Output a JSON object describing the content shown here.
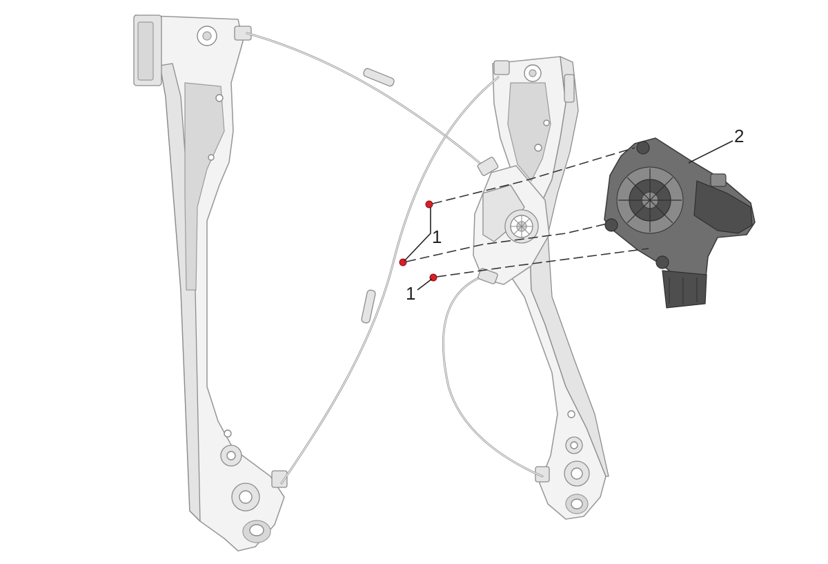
{
  "diagram": {
    "callouts": {
      "fastener_label_upper": "1",
      "fastener_label_lower": "1",
      "motor_label": "2"
    },
    "colors": {
      "fastener": "#d81f26",
      "regulator": "#f3f3f3",
      "motor": "#6f6f6f",
      "leader_lines": "#333333"
    }
  }
}
